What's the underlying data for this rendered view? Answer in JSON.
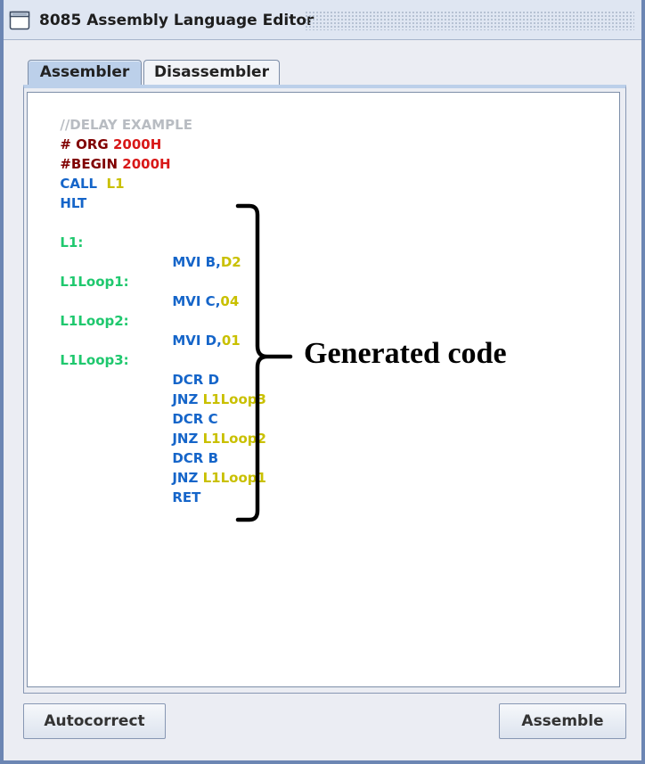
{
  "window": {
    "title": "8085 Assembly Language Editor"
  },
  "tabs": [
    {
      "label": "Assembler",
      "active": true
    },
    {
      "label": "Disassembler",
      "active": false
    }
  ],
  "editor": {
    "lines": {
      "comment": "//DELAY EXAMPLE",
      "org_directive": "# ORG",
      "org_value": "2000H",
      "begin_directive": "#BEGIN",
      "begin_value": "2000H",
      "call_kw": "CALL",
      "call_target": "L1",
      "hlt_kw": "HLT",
      "label_l1": "L1:",
      "mvi_b_kw": "MVI B,",
      "mvi_b_val": "D2",
      "label_l1loop1": "L1Loop1:",
      "mvi_c_kw": "MVI C,",
      "mvi_c_val": "04",
      "label_l1loop2": "L1Loop2:",
      "mvi_d_kw": "MVI D,",
      "mvi_d_val": "01",
      "label_l1loop3": "L1Loop3:",
      "dcr_d": "DCR D",
      "jnz1_kw": "JNZ",
      "jnz1_target": "L1Loop3",
      "dcr_c": "DCR C",
      "jnz2_kw": "JNZ",
      "jnz2_target": "L1Loop2",
      "dcr_b": "DCR B",
      "jnz3_kw": "JNZ",
      "jnz3_target": "L1Loop1",
      "ret_kw": "RET"
    }
  },
  "annotation": {
    "text": "Generated code"
  },
  "buttons": {
    "autocorrect": "Autocorrect",
    "assemble": "Assemble"
  },
  "colors": {
    "comment": "#b8bcc2",
    "directive": "#800000",
    "number": "#d81818",
    "keyword": "#1565c9",
    "operand": "#c9c000",
    "label": "#1fc86e",
    "tab_active": "#bcd0ea",
    "window_border": "#6c86b3"
  },
  "icons": {
    "title": "window-icon",
    "bracket": "right-curly-bracket"
  }
}
